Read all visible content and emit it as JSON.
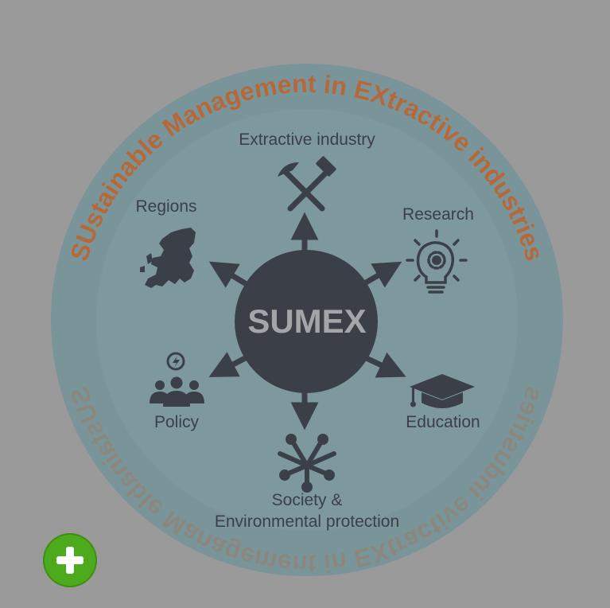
{
  "diagram": {
    "center_label": "SUMEX",
    "ring_text_top": "SUstainable Management in EXtractive industries",
    "ring_text_bottom": "SUstainable Management in EXtractive industries",
    "nodes": {
      "extractive_industry": "Extractive industry",
      "research": "Research",
      "education": "Education",
      "society_line1": "Society &",
      "society_line2": "Environmental protection",
      "policy": "Policy",
      "regions": "Regions"
    },
    "colors": {
      "background": "#9a9a9a",
      "disc": "#7a9599",
      "hub": "#3b4048",
      "ring_text": "#b5693a",
      "add_button": "#4caa1c"
    }
  },
  "add_button": {
    "icon": "plus-icon"
  }
}
